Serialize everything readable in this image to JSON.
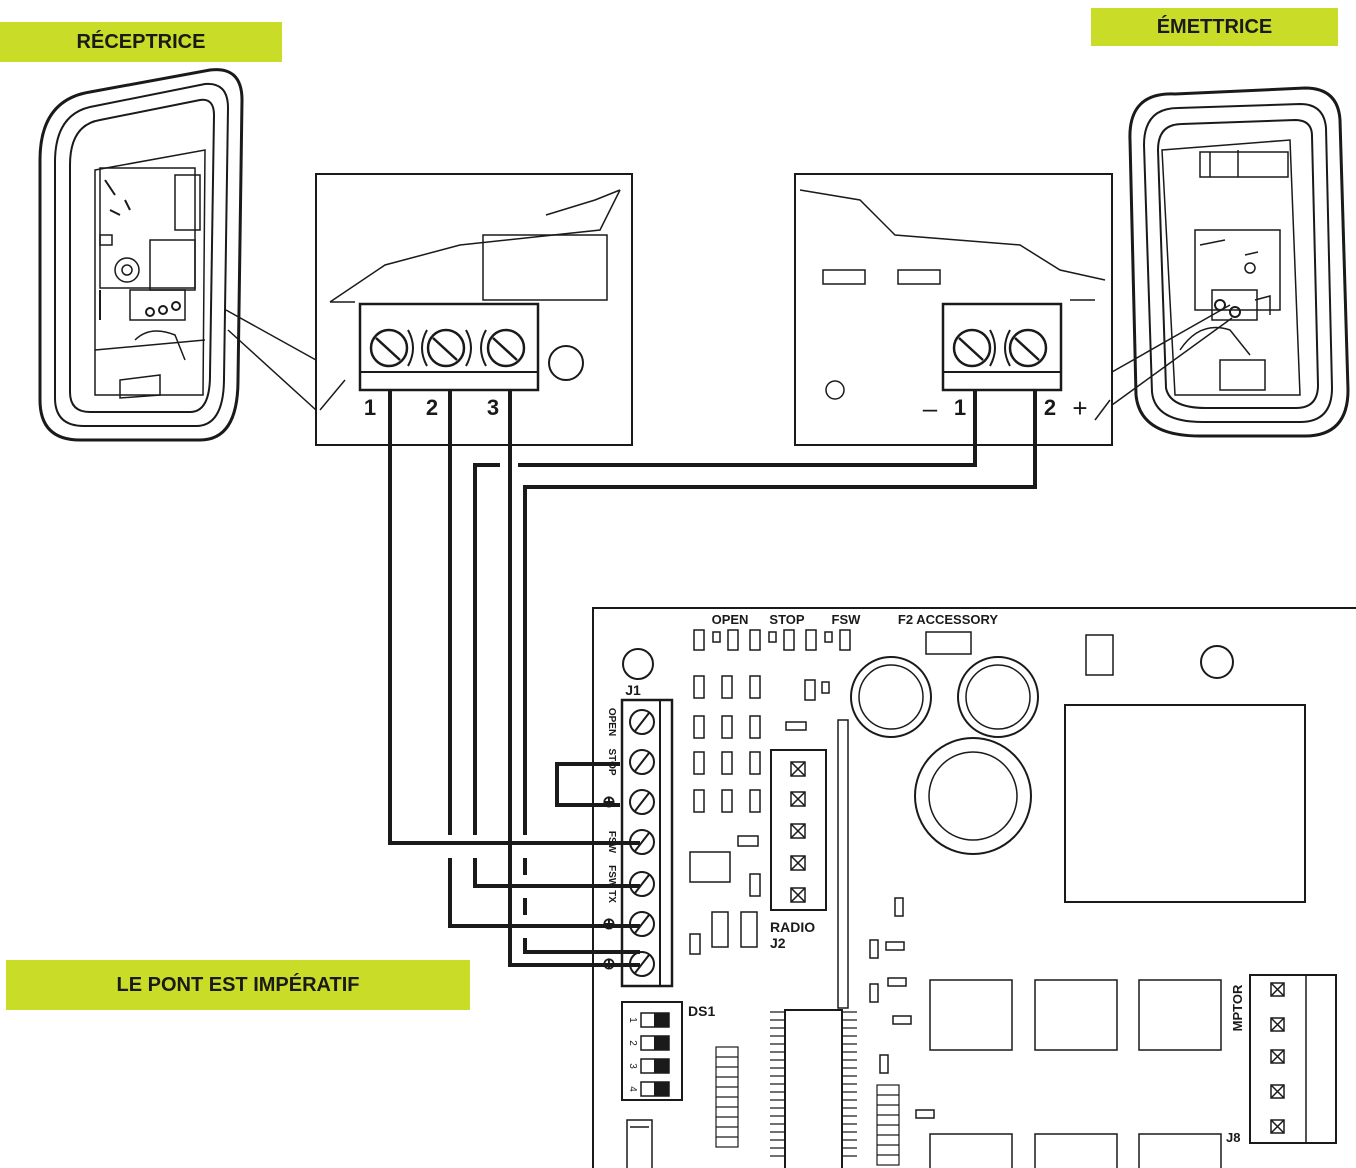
{
  "labels": {
    "receiver": "RÉCEPTRICE",
    "emitter": "ÉMETTRICE",
    "bridge_note": "LE  PONT  EST IMPÉRATIF"
  },
  "receiver_terminals": [
    "1",
    "2",
    "3"
  ],
  "emitter_terminals": {
    "minus": "–",
    "t1": "1",
    "t2": "2",
    "plus": "+"
  },
  "board": {
    "leds": [
      "OPEN",
      "STOP",
      "FSW"
    ],
    "fuse": "F2 ACCESSORY",
    "j1": "J1",
    "j1_pins": [
      "OPEN",
      "STOP",
      "⊕",
      "FSW",
      "FSW TX",
      "⊕",
      "⊕"
    ],
    "radio": "RADIO",
    "j2": "J2",
    "ds1": "DS1",
    "ds1_switches": [
      "1",
      "2",
      "3",
      "4"
    ],
    "motor": "MPTOR",
    "j8": "J8"
  },
  "colors": {
    "accent": "#c8dc28",
    "line": "#1a1a1a"
  }
}
